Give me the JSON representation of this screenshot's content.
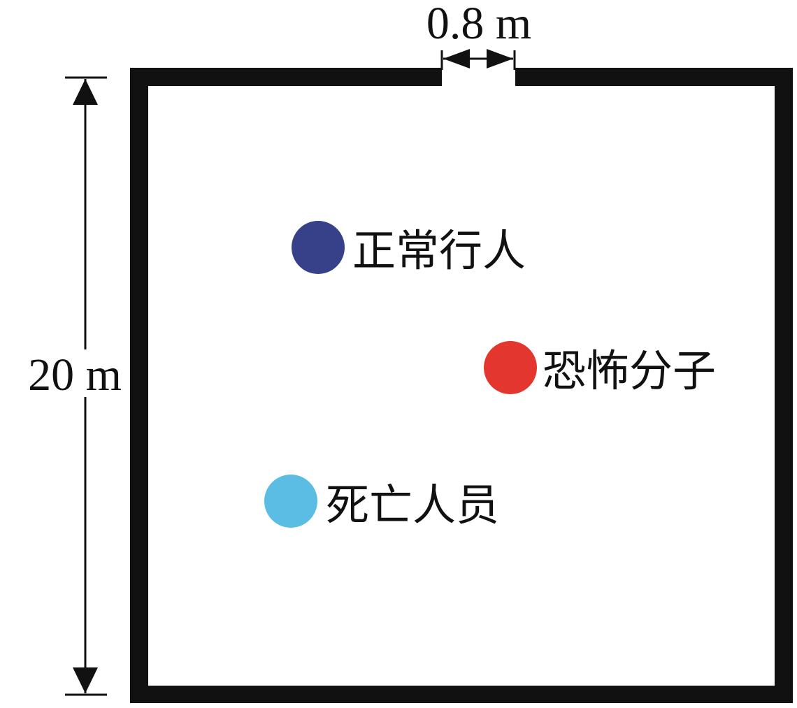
{
  "dimensions": {
    "door_width_label": "0.8 m",
    "room_height_label": "20 m"
  },
  "legend": [
    {
      "label": "正常行人",
      "color": "#36418a"
    },
    {
      "label": "恐怖分子",
      "color": "#e3362e"
    },
    {
      "label": "死亡人员",
      "color": "#5bbde3"
    }
  ],
  "colors": {
    "wall": "#111111",
    "background": "#ffffff"
  }
}
